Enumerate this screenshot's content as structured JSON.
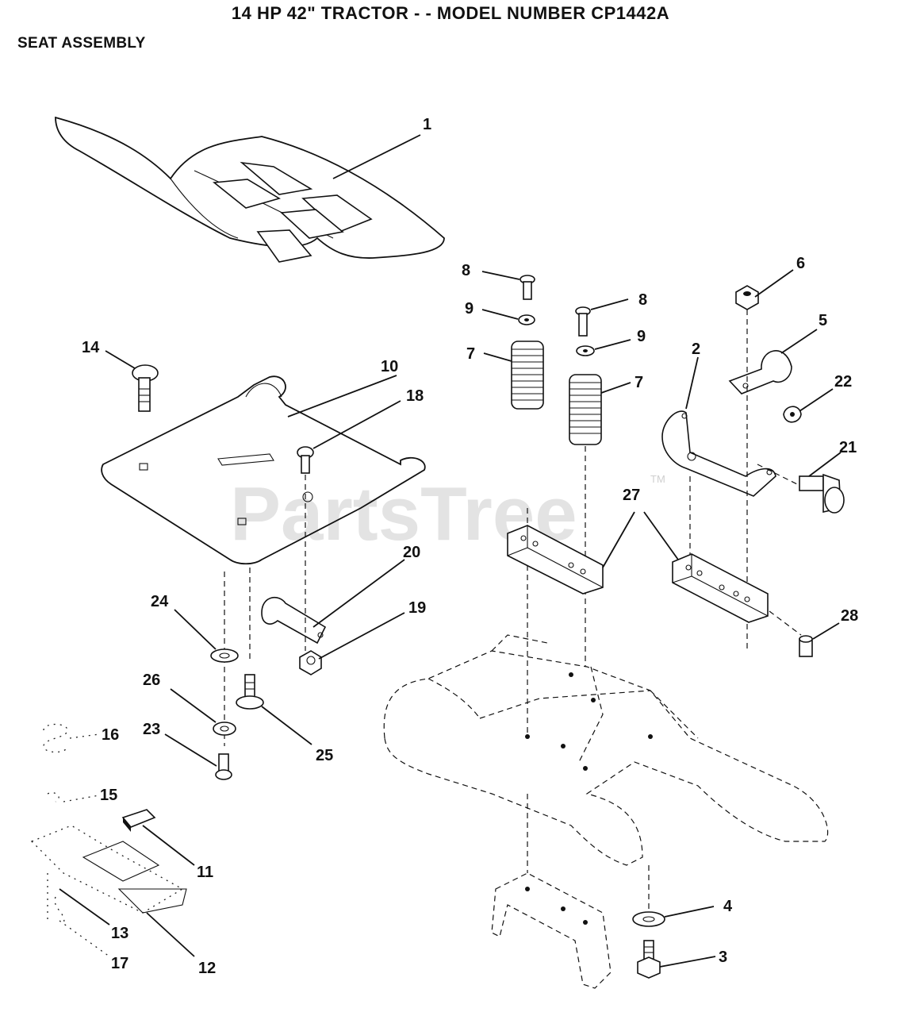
{
  "header": {
    "title": "14 HP 42\" TRACTOR - - MODEL NUMBER CP1442A",
    "subtitle": "SEAT ASSEMBLY"
  },
  "watermark": {
    "text": "PartsTree",
    "trademark": "TM"
  },
  "callouts": [
    {
      "id": "c1",
      "label": "1"
    },
    {
      "id": "c2",
      "label": "2"
    },
    {
      "id": "c3",
      "label": "3"
    },
    {
      "id": "c4",
      "label": "4"
    },
    {
      "id": "c5",
      "label": "5"
    },
    {
      "id": "c6",
      "label": "6"
    },
    {
      "id": "c7a",
      "label": "7"
    },
    {
      "id": "c7b",
      "label": "7"
    },
    {
      "id": "c8a",
      "label": "8"
    },
    {
      "id": "c8b",
      "label": "8"
    },
    {
      "id": "c9a",
      "label": "9"
    },
    {
      "id": "c9b",
      "label": "9"
    },
    {
      "id": "c10",
      "label": "10"
    },
    {
      "id": "c11",
      "label": "11"
    },
    {
      "id": "c12",
      "label": "12"
    },
    {
      "id": "c13",
      "label": "13"
    },
    {
      "id": "c14",
      "label": "14"
    },
    {
      "id": "c15",
      "label": "15"
    },
    {
      "id": "c16",
      "label": "16"
    },
    {
      "id": "c17",
      "label": "17"
    },
    {
      "id": "c18",
      "label": "18"
    },
    {
      "id": "c19",
      "label": "19"
    },
    {
      "id": "c20",
      "label": "20"
    },
    {
      "id": "c21",
      "label": "21"
    },
    {
      "id": "c22",
      "label": "22"
    },
    {
      "id": "c23",
      "label": "23"
    },
    {
      "id": "c24",
      "label": "24"
    },
    {
      "id": "c25",
      "label": "25"
    },
    {
      "id": "c26",
      "label": "26"
    },
    {
      "id": "c27",
      "label": "27"
    },
    {
      "id": "c28",
      "label": "28"
    }
  ]
}
